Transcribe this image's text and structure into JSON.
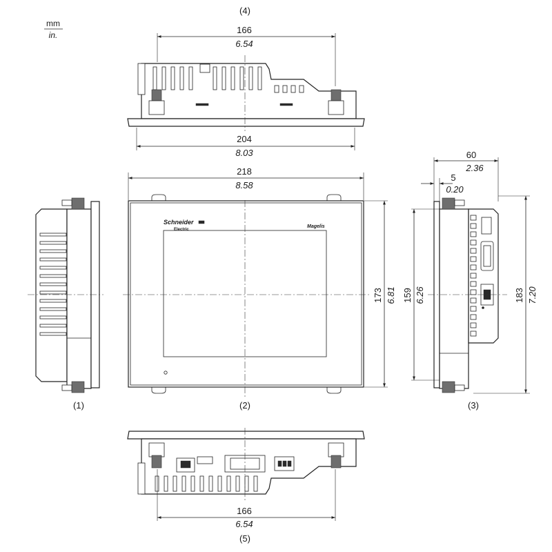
{
  "units": {
    "metric": "mm",
    "imperial": "in."
  },
  "views": {
    "left": {
      "label": "(1)"
    },
    "front": {
      "label": "(2)",
      "brand": "Schneider",
      "brand_sub": "Electric",
      "model": "Magelis"
    },
    "right": {
      "label": "(3)"
    },
    "top": {
      "label": "(4)"
    },
    "bottom": {
      "label": "(5)"
    }
  },
  "dimensions": {
    "top_mount": {
      "mm": "166",
      "in": "6.54"
    },
    "top_width": {
      "mm": "204",
      "in": "8.03"
    },
    "front_width": {
      "mm": "218",
      "in": "8.58"
    },
    "front_height": {
      "mm": "173",
      "in": "6.81"
    },
    "side_height_inner": {
      "mm": "159",
      "in": "6.26"
    },
    "side_height_outer": {
      "mm": "183",
      "in": "7.20"
    },
    "side_depth": {
      "mm": "60",
      "in": "2.36"
    },
    "bezel_depth": {
      "mm": "5",
      "in": "0.20"
    },
    "bottom_mount": {
      "mm": "166",
      "in": "6.54"
    }
  }
}
